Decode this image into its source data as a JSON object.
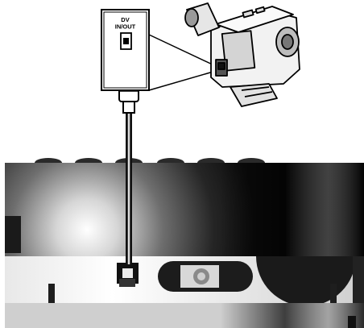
{
  "diagram": {
    "port_label_line1": "DV",
    "port_label_line2": "IN/OUT"
  },
  "icons": {
    "camcorder": "camcorder-icon",
    "dv_port": "dv-port-icon",
    "cable_plug": "cable-plug-icon",
    "device": "device-front-panel"
  }
}
